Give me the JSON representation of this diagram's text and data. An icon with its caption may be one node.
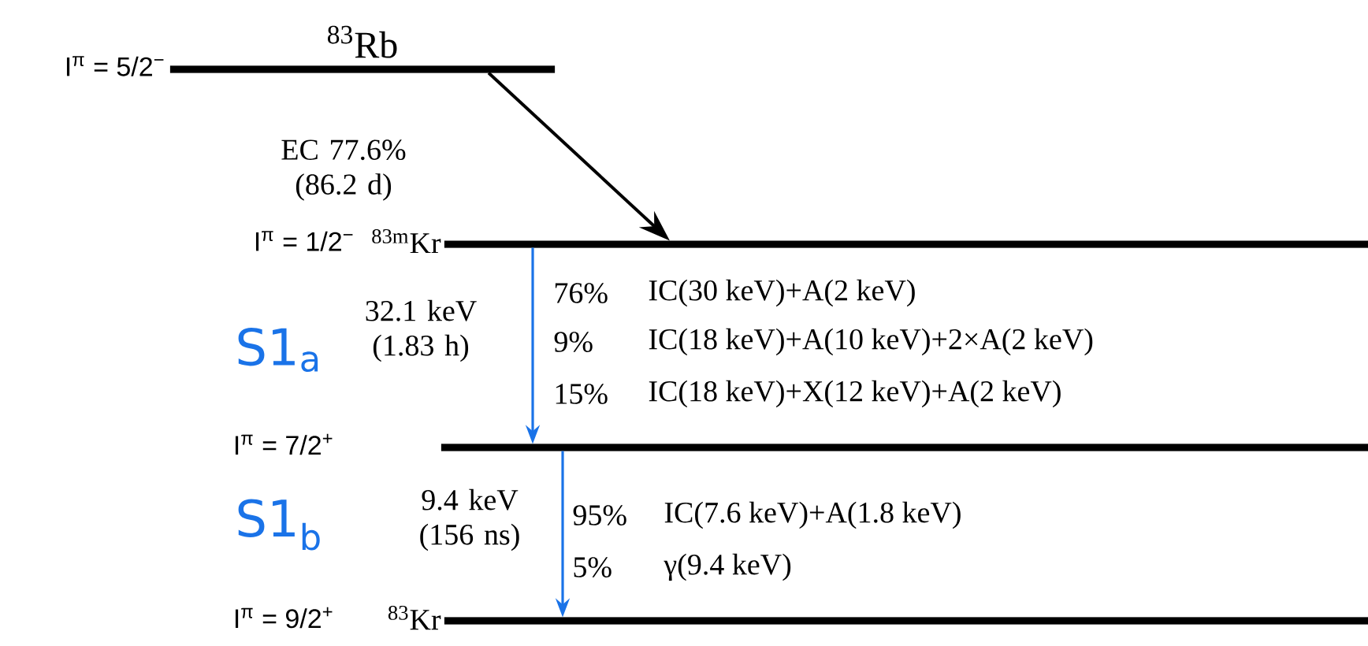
{
  "diagram": {
    "nodes": [
      {
        "text": [
          "$^{83}$Rb"
        ],
        "beside": [
          "I$^{π}$ = 5/2$^{−}$"
        ]
      },
      {
        "text": [
          "$^{83m}$Kr"
        ],
        "beside": [
          "I$^{π}$ = 1/2$^{−}$"
        ]
      },
      {
        "text": [],
        "shape": "bar"
      },
      {
        "text": [
          "$^{83}$Kr"
        ]
      }
    ],
    "edges": [
      {
        "from": 0,
        "to": 1,
        "arrow": "to",
        "label": "EC 77.6% (86.2 d)",
        "color": "#000000"
      },
      {
        "from": 1,
        "to": 2,
        "arrow": "to",
        "label": "32.1 keV (1.83 h)",
        "color": "#1a73e8"
      },
      {
        "from": 2,
        "to": 3,
        "arrow": "to",
        "label": "9.4 keV (156 ns)",
        "color": "#1a73e8"
      }
    ],
    "labels": [
      "S1$_{a}$",
      "76%",
      "IC(30 keV)+A(2 keV)",
      "9%",
      "IC(18 keV)+A(10 keV)+2×A(2 keV)",
      "15%",
      "IC(18 keV)+X(12 keV)+A(2 keV)",
      "I$^{π}$ = 7/2$^{+}$",
      "S1$_{b}$",
      "95%",
      "IC(7.6 keV)+A(1.8 keV)",
      "5%",
      "γ(9.4 keV)",
      "I$^{π}$ = 9/2$^{+}$"
    ]
  }
}
